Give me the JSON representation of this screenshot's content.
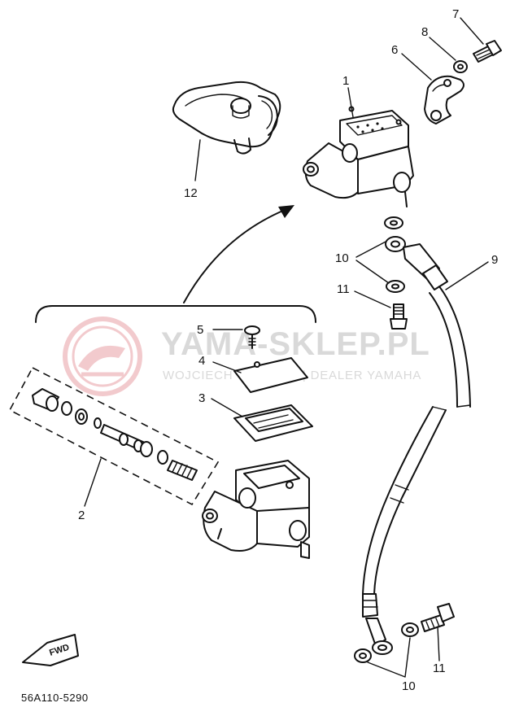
{
  "callouts": {
    "c1": "1",
    "c2": "2",
    "c3": "3",
    "c4": "4",
    "c5": "5",
    "c6": "6",
    "c7": "7",
    "c8": "8",
    "c9": "9",
    "c10a": "10",
    "c10b": "10",
    "c11a": "11",
    "c11b": "11",
    "c12": "12"
  },
  "fwd_label": "FWD",
  "diagram_code": "56A110-5290",
  "watermark": {
    "title": "YAMA-SKLEP.PL",
    "subtitle": "WOJCIECH OŁOWICZ | DEALER YAMAHA"
  },
  "colors": {
    "ink": "#111111",
    "watermark": "#e9a0a6",
    "watermark_text": "#d9d9d9"
  }
}
